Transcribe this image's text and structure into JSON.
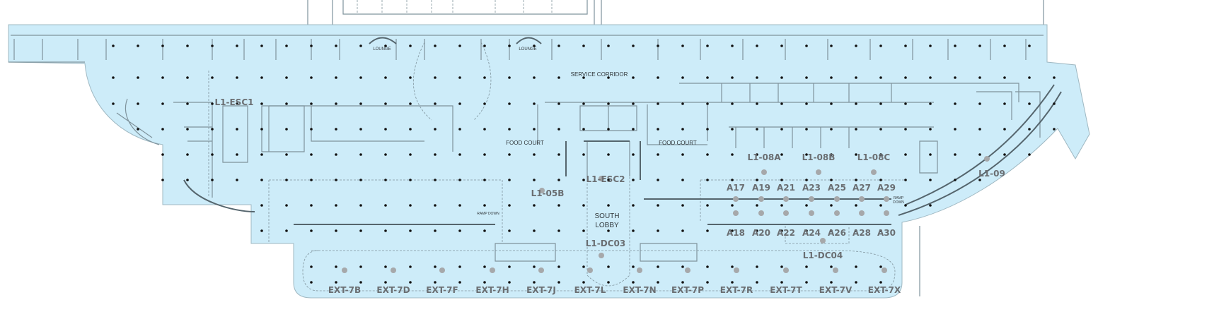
{
  "map": {
    "floor_color": "#cdecf9",
    "wall_color": "#7f939c",
    "label_color": "#6a6e72",
    "marker_color": "#a6a8aa",
    "areas": {
      "service_corridor": "SERVICE CORRIDOR",
      "lounge_1": "LOUNGE",
      "lounge_2": "LOUNGE",
      "food_court_1": "FOOD COURT",
      "food_court_2": "FOOD COURT",
      "south_lobby_1": "SOUTH",
      "south_lobby_2": "LOBBY",
      "ramp_down_1": "RAMP DOWN",
      "ramp_down_2a": "RAMP",
      "ramp_down_2b": "DOWN"
    },
    "zones": {
      "esc1": "L1-ESC1",
      "esc2": "L1-ESC2",
      "z05b": "L1-05B",
      "z08a": "L1-08A",
      "z08b": "L1-08B",
      "z08c": "L1-08C",
      "z09": "L1-09",
      "dc03": "L1-DC03",
      "dc04": "L1-DC04"
    },
    "stalls_top": [
      "A17",
      "A19",
      "A21",
      "A23",
      "A25",
      "A27",
      "A29"
    ],
    "stalls_bottom": [
      "A18",
      "A20",
      "A22",
      "A24",
      "A26",
      "A28",
      "A30"
    ],
    "exterior": [
      "EXT-7B",
      "EXT-7D",
      "EXT-7F",
      "EXT-7H",
      "EXT-7J",
      "EXT-7L",
      "EXT-7N",
      "EXT-7P",
      "EXT-7R",
      "EXT-7T",
      "EXT-7V",
      "EXT-7X"
    ]
  }
}
